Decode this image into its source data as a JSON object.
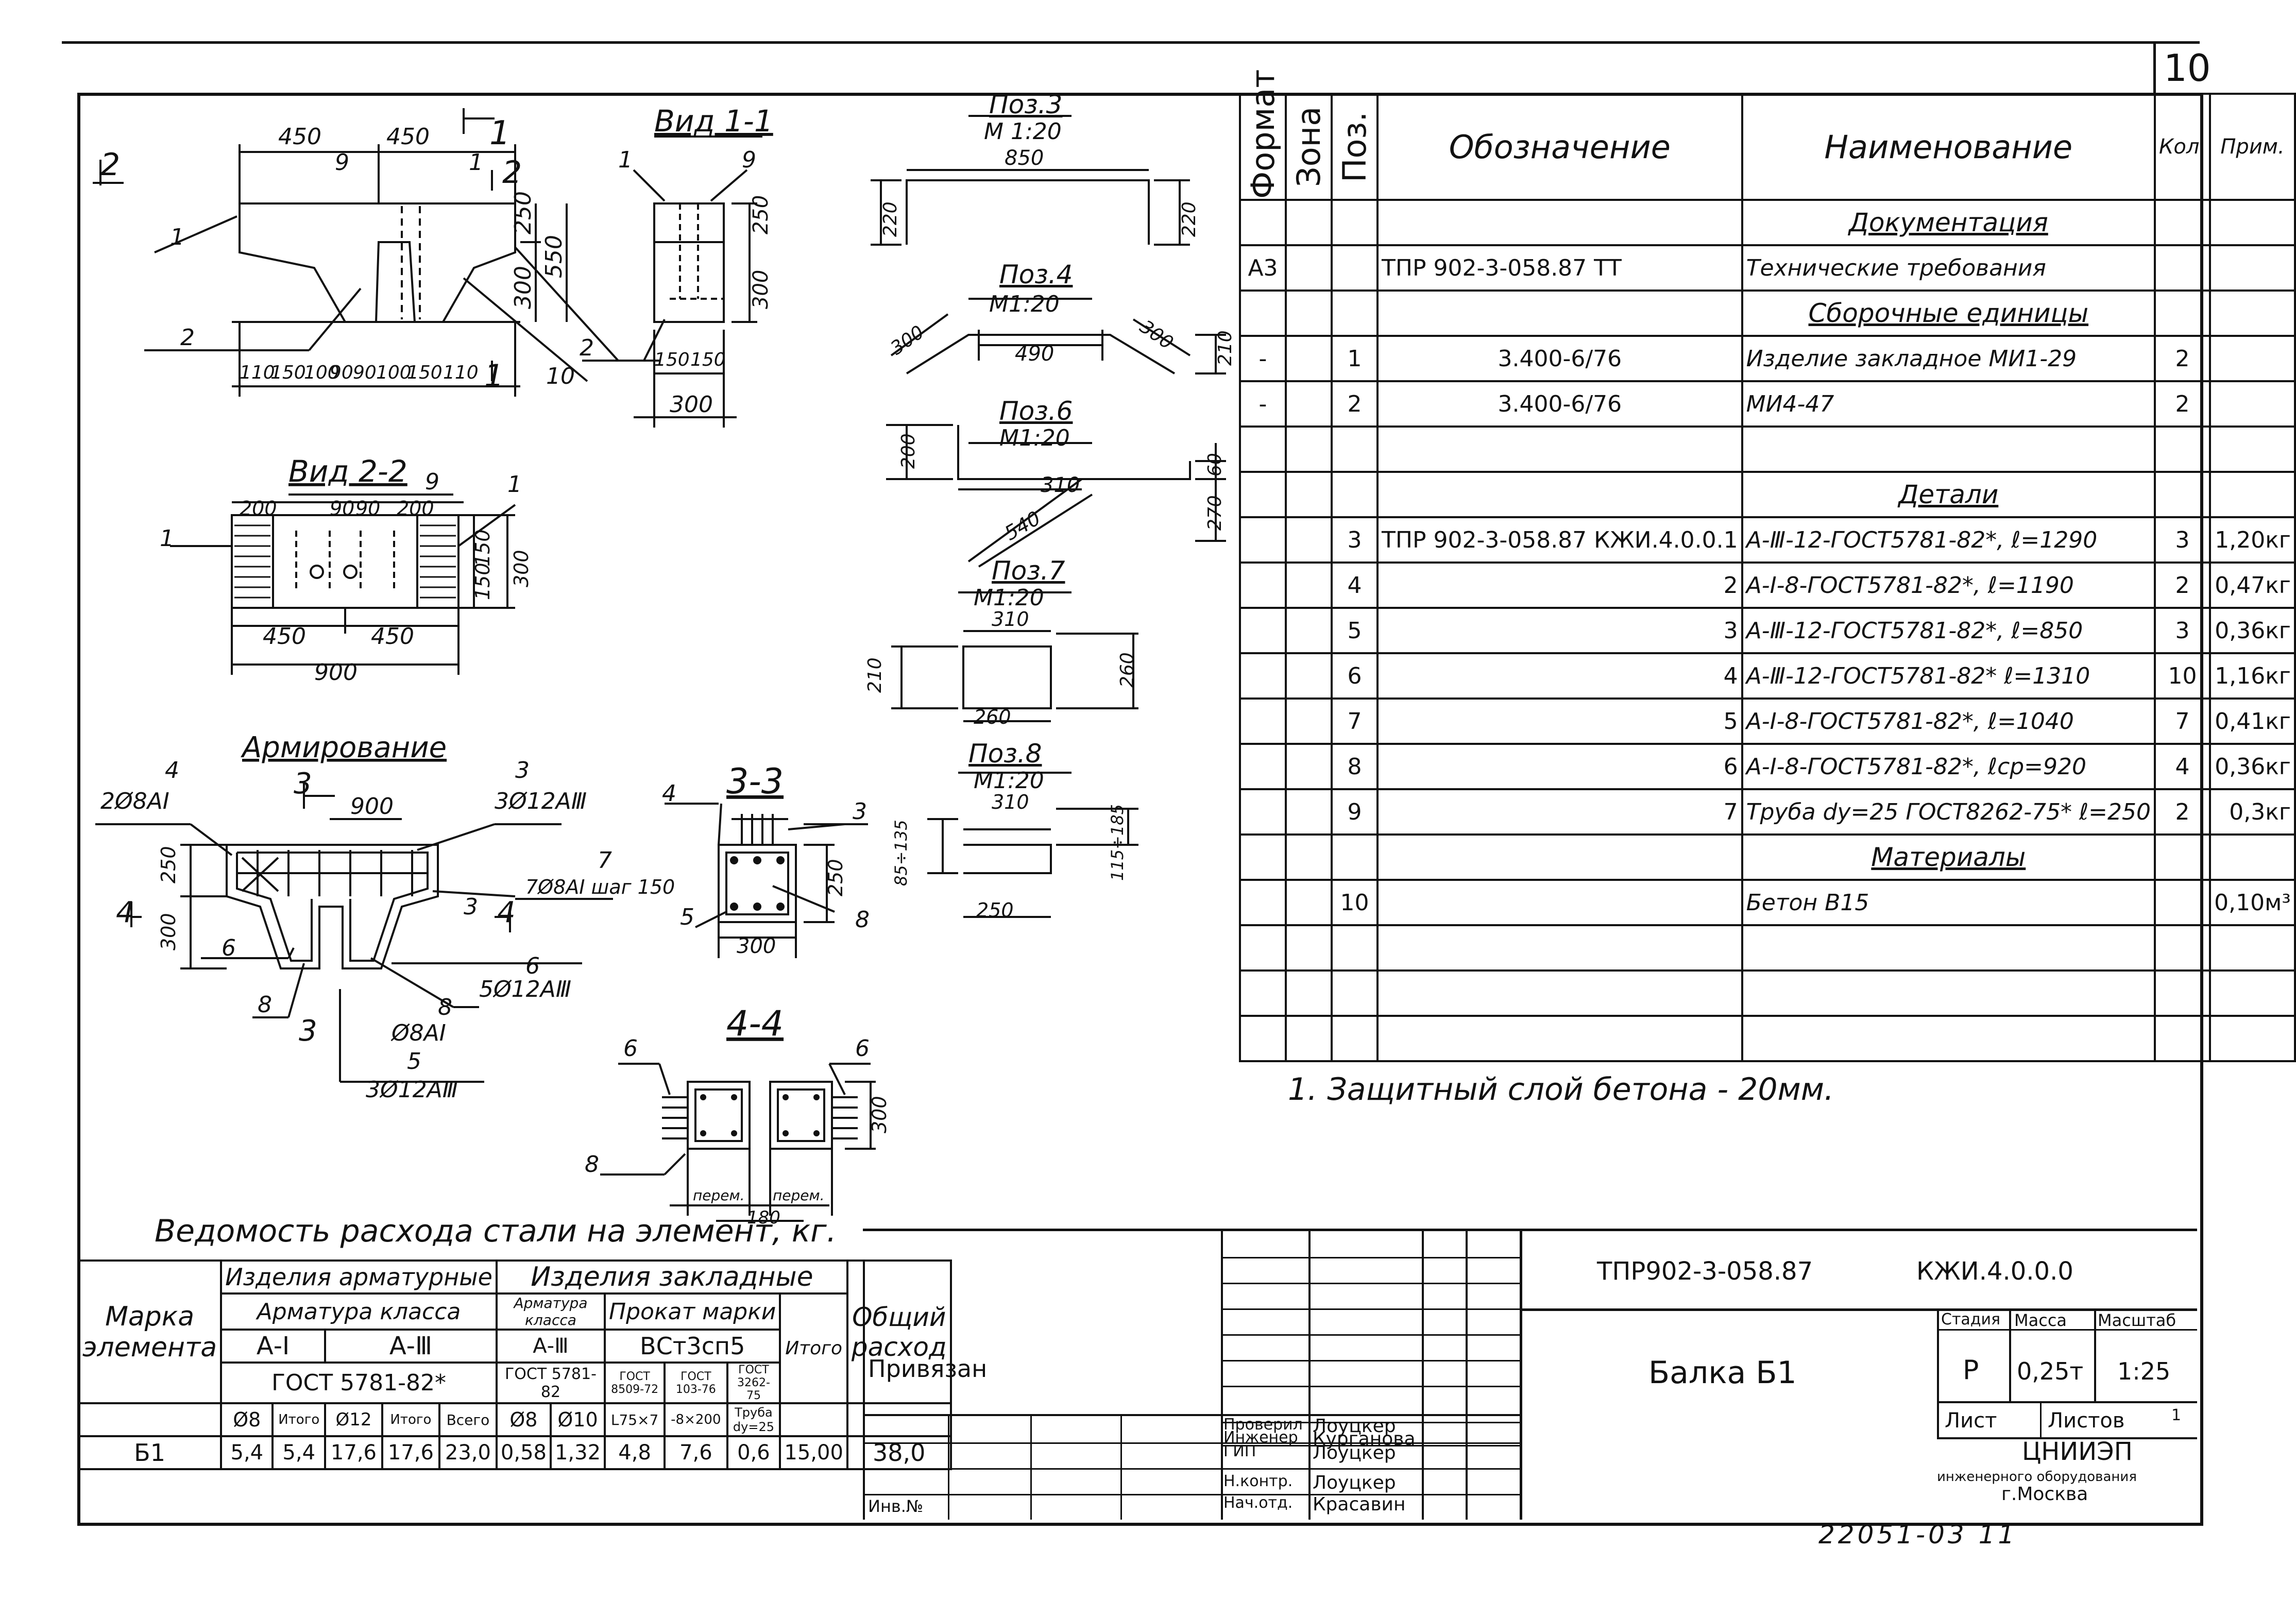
{
  "sheet_number": "10",
  "footer_code": "22051-03  11",
  "views": {
    "section_front": {
      "dims_top": [
        "450",
        "450"
      ],
      "dims_right": [
        "250",
        "300",
        "550"
      ],
      "dims_bottom": [
        "110",
        "150",
        "100",
        "90",
        "90",
        "100",
        "150",
        "110"
      ],
      "labels": [
        "1",
        "9",
        "1",
        "2",
        "2",
        "1",
        "10",
        "1",
        "2",
        "1"
      ],
      "cut_marks": [
        "2",
        "2",
        "1",
        "1"
      ]
    },
    "view11": {
      "title": "Вид 1-1",
      "labels": [
        "1",
        "9",
        "2"
      ],
      "dims": [
        "250",
        "300",
        "150",
        "150",
        "300"
      ]
    },
    "view22": {
      "title": "Вид 2-2",
      "labels": [
        "9",
        "1",
        "1"
      ],
      "dims": [
        "200",
        "90",
        "90",
        "200",
        "150",
        "150",
        "300",
        "450",
        "450",
        "900"
      ]
    },
    "reinforcement": {
      "title": "Армирование",
      "callouts": [
        "4",
        "2Ø8АⅠ",
        "3",
        "3Ø12АⅢ",
        "3",
        "900",
        "7",
        "7Ø8АⅠ шаг 150",
        "6",
        "5Ø12АⅢ",
        "8",
        "Ø8АⅠ",
        "5",
        "3Ø12АⅢ",
        "8",
        "6",
        "3",
        "4",
        "4",
        "3"
      ],
      "dims": [
        "250",
        "300"
      ]
    },
    "section33": {
      "title": "3-3",
      "labels": [
        "4",
        "3",
        "5",
        "8"
      ],
      "dims": [
        "250",
        "300"
      ]
    },
    "section44": {
      "title": "4-4",
      "labels": [
        "6",
        "6",
        "8"
      ],
      "dims": [
        "300",
        "перем.",
        "перем.",
        "180"
      ]
    },
    "pos3": {
      "title": "Поз.3",
      "scale": "М 1:20",
      "dims": [
        "850",
        "220",
        "220"
      ]
    },
    "pos4": {
      "title": "Поз.4",
      "scale": "М1:20",
      "dims": [
        "300",
        "490",
        "300",
        "210"
      ]
    },
    "pos6": {
      "title": "Поз.6",
      "scale": "М1:20",
      "dims": [
        "200",
        "310",
        "540",
        "60",
        "270"
      ]
    },
    "pos7": {
      "title": "Поз.7",
      "scale": "М1:20",
      "dims": [
        "310",
        "210",
        "260",
        "260"
      ]
    },
    "pos8": {
      "title": "Поз.8",
      "scale": "М1:20",
      "dims": [
        "310",
        "85÷135",
        "115÷185",
        "250"
      ]
    }
  },
  "spec": {
    "headers": {
      "format": "Формат",
      "zone": "Зона",
      "pos": "Поз.",
      "designation": "Обозначение",
      "name": "Наименование",
      "qty": "Кол.",
      "note": "Прим."
    },
    "rows": [
      {
        "format": "",
        "pos": "",
        "des": "",
        "name": "Документация",
        "qty": "",
        "note": "",
        "section": true
      },
      {
        "format": "А3",
        "pos": "",
        "des": "ТПР 902-3-058.87       ТТ",
        "name": "Технические требования",
        "qty": "",
        "note": ""
      },
      {
        "format": "",
        "pos": "",
        "des": "",
        "name": "Сборочные единицы",
        "qty": "",
        "note": "",
        "section": true
      },
      {
        "format": "-",
        "pos": "1",
        "des": "3.400-6/76",
        "name": "Изделие закладное МИ1-29",
        "qty": "2",
        "note": ""
      },
      {
        "format": "-",
        "pos": "2",
        "des": "3.400-6/76",
        "name": "МИ4-47",
        "qty": "2",
        "note": ""
      },
      {
        "format": "",
        "pos": "",
        "des": "",
        "name": "",
        "qty": "",
        "note": ""
      },
      {
        "format": "",
        "pos": "",
        "des": "",
        "name": "Детали",
        "qty": "",
        "note": "",
        "section": true
      },
      {
        "format": "",
        "pos": "3",
        "des": "ТПР 902-3-058.87   КЖИ.4.0.0.1",
        "name": "А-Ⅲ-12-ГОСТ5781-82*, ℓ=1290",
        "qty": "3",
        "note": "1,20кг"
      },
      {
        "format": "",
        "pos": "4",
        "des": "2",
        "name": "А-Ⅰ-8-ГОСТ5781-82*, ℓ=1190",
        "qty": "2",
        "note": "0,47кг"
      },
      {
        "format": "",
        "pos": "5",
        "des": "3",
        "name": "А-Ⅲ-12-ГОСТ5781-82*, ℓ=850",
        "qty": "3",
        "note": "0,36кг"
      },
      {
        "format": "",
        "pos": "6",
        "des": "4",
        "name": "А-Ⅲ-12-ГОСТ5781-82* ℓ=1310",
        "qty": "10",
        "note": "1,16кг"
      },
      {
        "format": "",
        "pos": "7",
        "des": "5",
        "name": "А-Ⅰ-8-ГОСТ5781-82*, ℓ=1040",
        "qty": "7",
        "note": "0,41кг"
      },
      {
        "format": "",
        "pos": "8",
        "des": "6",
        "name": "А-Ⅰ-8-ГОСТ5781-82*, ℓср=920",
        "qty": "4",
        "note": "0,36кг"
      },
      {
        "format": "",
        "pos": "9",
        "des": "7",
        "name": "Труба dy=25 ГОСТ8262-75* ℓ=250",
        "qty": "2",
        "note": "0,3кг"
      },
      {
        "format": "",
        "pos": "",
        "des": "",
        "name": "Материалы",
        "qty": "",
        "note": "",
        "section": true
      },
      {
        "format": "",
        "pos": "10",
        "des": "",
        "name": "Бетон В15",
        "qty": "",
        "note": "0,10м³"
      },
      {
        "format": "",
        "pos": "",
        "des": "",
        "name": "",
        "qty": "",
        "note": ""
      },
      {
        "format": "",
        "pos": "",
        "des": "",
        "name": "",
        "qty": "",
        "note": ""
      },
      {
        "format": "",
        "pos": "",
        "des": "",
        "name": "",
        "qty": "",
        "note": ""
      }
    ]
  },
  "note": "1. Защитный слой бетона - 20мм.",
  "steel": {
    "title": "Ведомость расхода стали на элемент, кг.",
    "h_mark": "Марка элемента",
    "h_rebar": "Изделия арматурные",
    "h_emb": "Изделия закладные",
    "h_total": "Общий расход",
    "h_armclass": "Арматура класса",
    "h_armclass2": "Арматура класса",
    "h_prokat": "Прокат марки",
    "h_itogo": "Итого",
    "c_AI": "А-Ⅰ",
    "c_AIII": "А-Ⅲ",
    "c_AIII2": "А-Ⅲ",
    "c_vst": "ВСт3сп5",
    "gost_rebar": "ГОСТ 5781-82*",
    "gost_emb1": "ГОСТ 5781-82",
    "gost_emb2": "ГОСТ 8509-72",
    "gost_emb3": "ГОСТ 103-76",
    "gost_emb4": "ГОСТ 3262-75",
    "cols": [
      "Ø8",
      "Итого",
      "Ø12",
      "Итого",
      "Всего",
      "Ø8",
      "Ø10",
      "L75×7",
      "-8×200",
      "Труба dy=25"
    ],
    "row": {
      "mark": "Б1",
      "vals": [
        "5,4",
        "5,4",
        "17,6",
        "17,6",
        "23,0",
        "0,58",
        "1,32",
        "4,8",
        "7,6",
        "0,6",
        "15,00",
        "38,0"
      ]
    }
  },
  "title_block": {
    "doc_code": "ТПР902-3-058.87",
    "drawing_code": "КЖИ.4.0.0.0",
    "name": "Балка Б1",
    "stage_h": "Стадия",
    "mass_h": "Масса",
    "scale_h": "Масштаб",
    "stage": "Р",
    "mass": "0,25т",
    "scale": "1:25",
    "sheet_h": "Лист",
    "sheets_h": "Листов",
    "sheets": "1",
    "org1": "ЦНИИЭП",
    "org2": "инженерного оборудования",
    "org3": "г.Москва",
    "linked": "Привязан",
    "inv": "Инв.№",
    "roles": [
      {
        "role": "Проверил",
        "name": "Лоуцкер"
      },
      {
        "role": "Инженер",
        "name": "Курганова"
      },
      {
        "role": "ГИП",
        "name": "Лоуцкер"
      },
      {
        "role": "",
        "name": ""
      },
      {
        "role": "Н.контр.",
        "name": "Лоуцкер"
      },
      {
        "role": "Нач.отд.",
        "name": "Красавин"
      }
    ]
  }
}
